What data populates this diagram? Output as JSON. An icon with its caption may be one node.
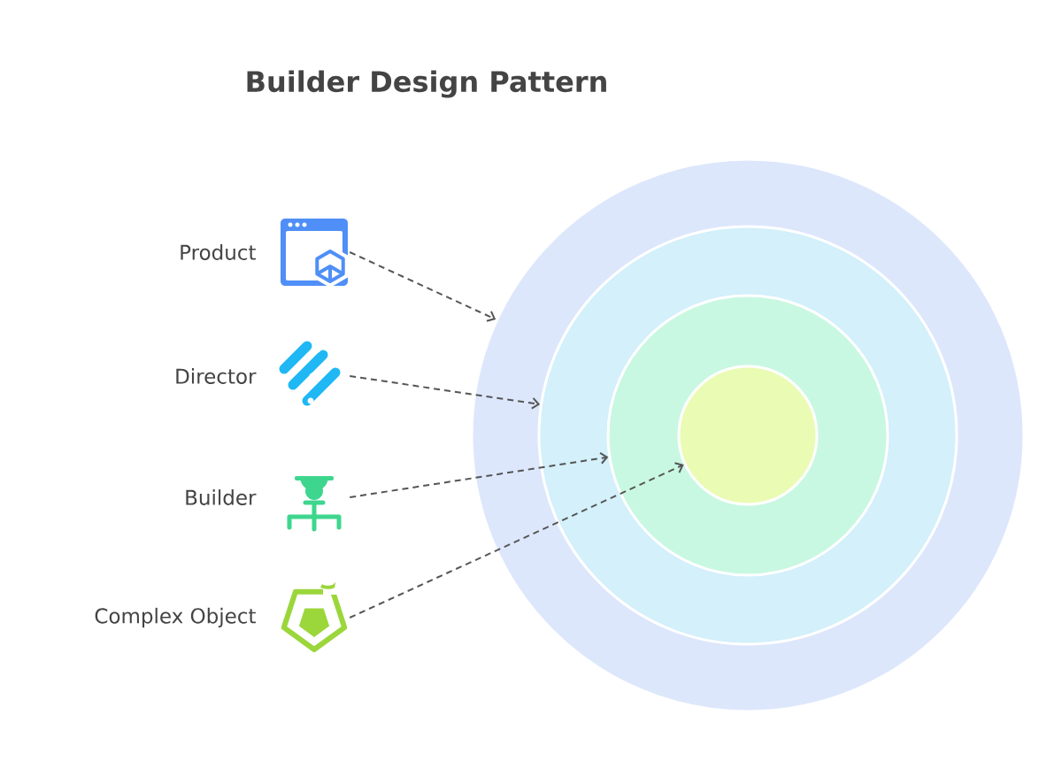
{
  "diagram": {
    "title": "Builder Design Pattern",
    "nodes": [
      {
        "text": [],
        "shape": "picture",
        "beside": [
          "Product"
        ]
      },
      {
        "text": [],
        "shape": "picture",
        "beside": [
          "Director"
        ]
      },
      {
        "text": [],
        "shape": "picture",
        "beside": [
          "Builder"
        ]
      },
      {
        "text": [],
        "shape": "picture",
        "beside": [
          "Complex Object"
        ]
      },
      {
        "text": [],
        "shape": "circle"
      },
      {
        "text": [],
        "shape": "circle",
        "in": 4
      },
      {
        "text": [],
        "shape": "circle",
        "in": 5
      },
      {
        "text": [],
        "shape": "circle",
        "in": 6
      }
    ],
    "edges": [
      {
        "from": 0,
        "to": 4,
        "arrow": "to",
        "style": "dashed"
      },
      {
        "from": 1,
        "to": 5,
        "arrow": "to",
        "style": "dashed"
      },
      {
        "from": 2,
        "to": 6,
        "arrow": "to",
        "style": "dashed"
      },
      {
        "from": 3,
        "to": 7,
        "arrow": "to",
        "style": "dashed"
      }
    ]
  }
}
